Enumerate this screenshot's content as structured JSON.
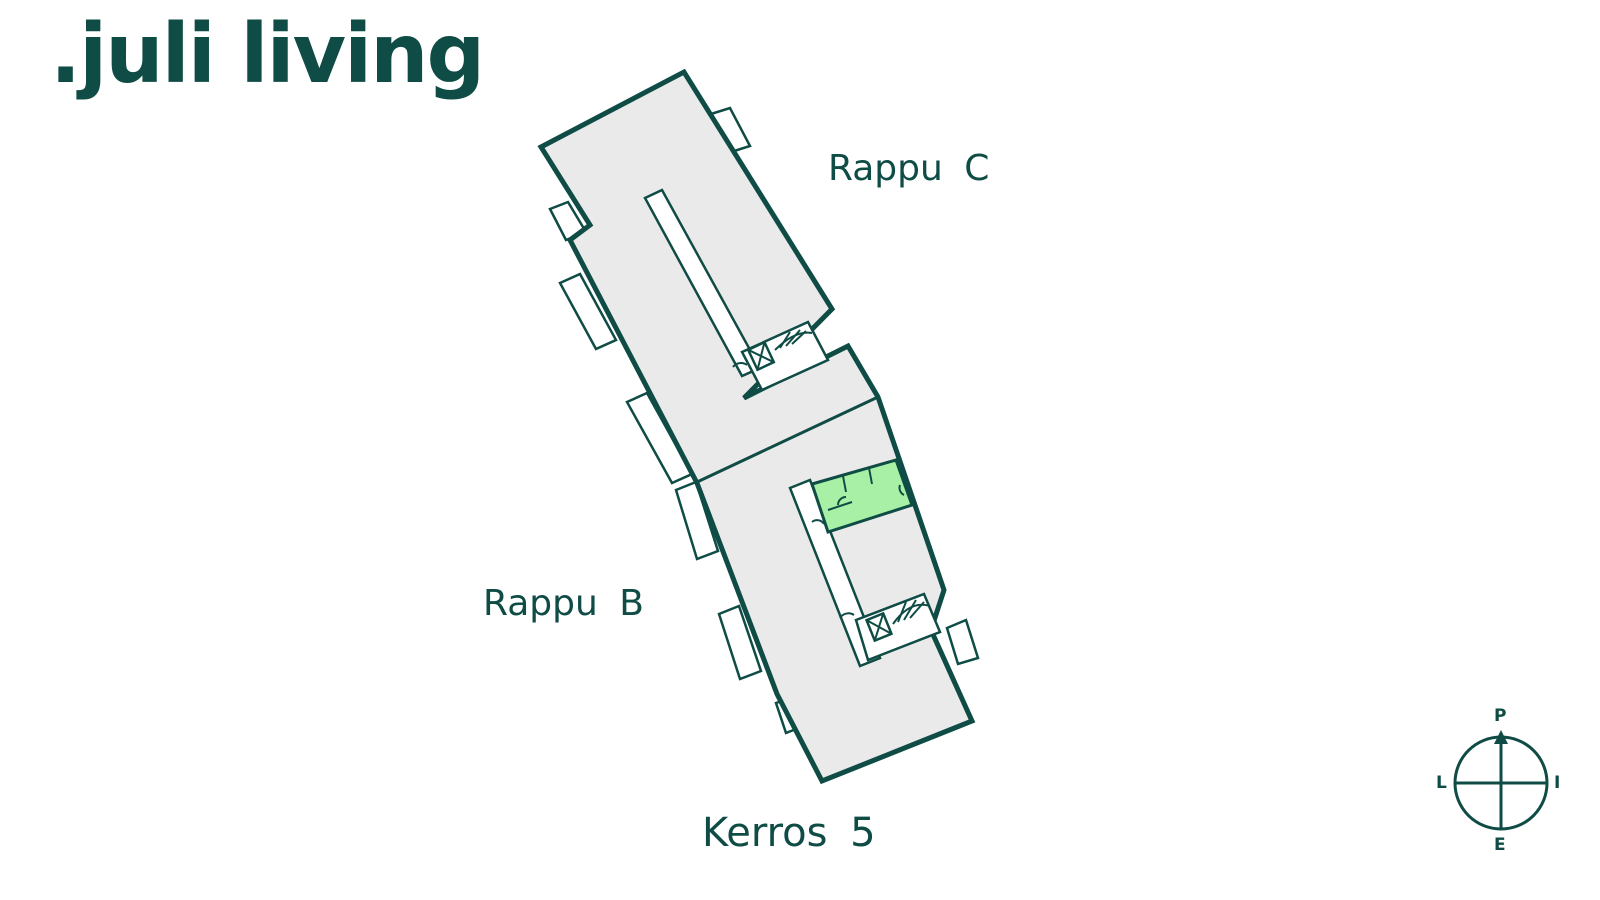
{
  "brand": {
    "name": ".juli living"
  },
  "staircases": {
    "c_label": "Rappu  C",
    "b_label": "Rappu  B"
  },
  "floor_label": "Kerros  5",
  "compass": {
    "north": "P",
    "west": "L",
    "east": "I",
    "south": "E"
  },
  "colors": {
    "primary": "#0f4c45",
    "building_fill": "#ebeaea",
    "highlighted_unit": "#a7f0a5"
  }
}
